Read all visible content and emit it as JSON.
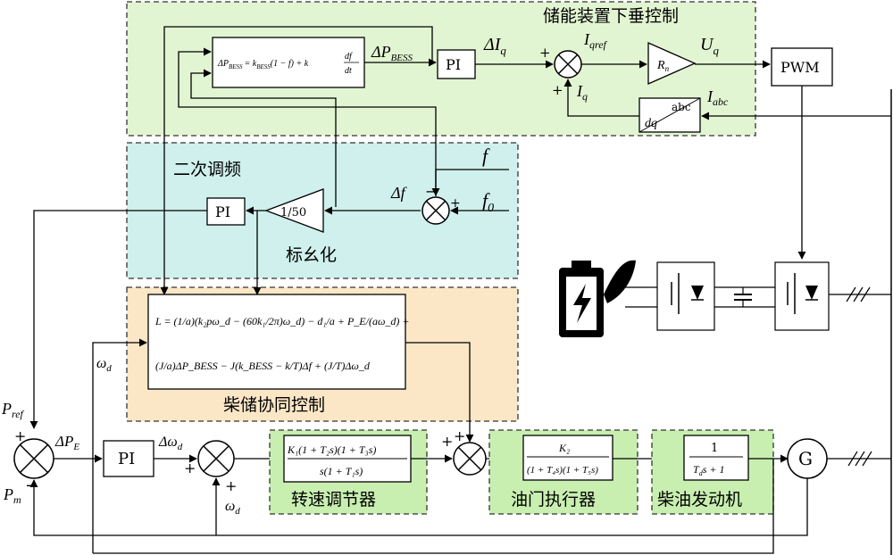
{
  "regions": {
    "bess": {
      "title": "储能装置下垂控制",
      "color": "#e2f5d2"
    },
    "secondary": {
      "title": "二次调频",
      "color": "#cff0ec"
    },
    "coordination": {
      "title": "柴储协同控制",
      "color": "#fbe7c6"
    }
  },
  "labels": {
    "per_unit": "标幺化",
    "speed_regulator": "转速调节器",
    "throttle_actuator": "油门执行器",
    "diesel_engine": "柴油发动机"
  },
  "blocks": {
    "pi": "PI",
    "pwm": "PWM",
    "gain_inv": "1/50",
    "rn": "R",
    "rn_sub": "n",
    "dq": "dq",
    "abc": "abc",
    "generator": "G",
    "one": "1",
    "te_s_plus_1": "T",
    "td_sub": "d",
    "s_plus_1": "s + 1"
  },
  "equations": {
    "bess_droop_lhs": "ΔP",
    "bess_droop_lhs_sub": "BESS",
    "bess_droop_rhs": "= k",
    "bess_droop_rhs_sub": "BESS",
    "bess_droop_rhs_tail": "(1 − f) + k",
    "bess_df": "df",
    "bess_dt": "dt",
    "coord_line1": "L = (1/a)(k₂pω_d − (60k₁/2π)ω_d) − d₁/a + P_E/(aω_d) +",
    "coord_line2": "(J/a)ΔP_BESS − J(k_BESS − k/T)Δf + (J/T)Δω_d",
    "speed_tf_num": "K₁(1 + T₂s)(1 + T₃s)",
    "speed_tf_den": "s(1 + T₁s)",
    "throttle_tf_num": "K₂",
    "throttle_tf_den": "(1 + T₄s)(1 + T₅s)"
  },
  "signals": {
    "delta_p_bess": "ΔP",
    "delta_p_bess_sub": "BESS",
    "delta_iq": "ΔI",
    "delta_iq_sub": "q",
    "iqref": "I",
    "iqref_sub": "qref",
    "uq": "U",
    "uq_sub": "q",
    "iq": "I",
    "iq_sub": "q",
    "iabc": "I",
    "iabc_sub": "abc",
    "f": "f",
    "f0": "f",
    "f0_sub": "0",
    "delta_f": "Δf",
    "omega_d": "ω",
    "omega_d_sub": "d",
    "pref": "P",
    "pref_sub": "ref",
    "pm": "P",
    "pm_sub": "m",
    "delta_pe": "ΔP",
    "delta_pe_sub": "E",
    "delta_omega_d": "Δω",
    "delta_omega_d_sub": "d"
  },
  "signs": {
    "plus": "+",
    "minus": "−"
  },
  "colors": {
    "line": "#000000",
    "arrow": "#000000"
  }
}
